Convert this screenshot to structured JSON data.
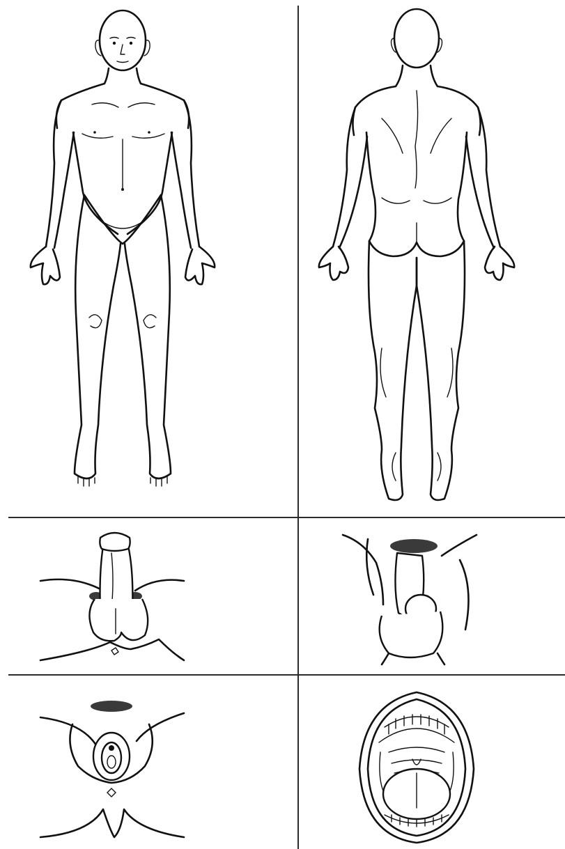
{
  "sheet": {
    "panels": [
      {
        "id": "front-view",
        "icon": "male-front-body-icon"
      },
      {
        "id": "back-view",
        "icon": "male-back-body-icon"
      },
      {
        "id": "male-genitalia-front",
        "icon": "male-genitalia-front-icon"
      },
      {
        "id": "male-genitalia-lateral",
        "icon": "male-genitalia-lateral-icon"
      },
      {
        "id": "female-genitalia",
        "icon": "female-genitalia-icon"
      },
      {
        "id": "oral-cavity",
        "icon": "open-mouth-icon"
      }
    ],
    "colors": {
      "ink": "#111111",
      "background": "#ffffff",
      "grid": "#2a2a2a"
    }
  }
}
